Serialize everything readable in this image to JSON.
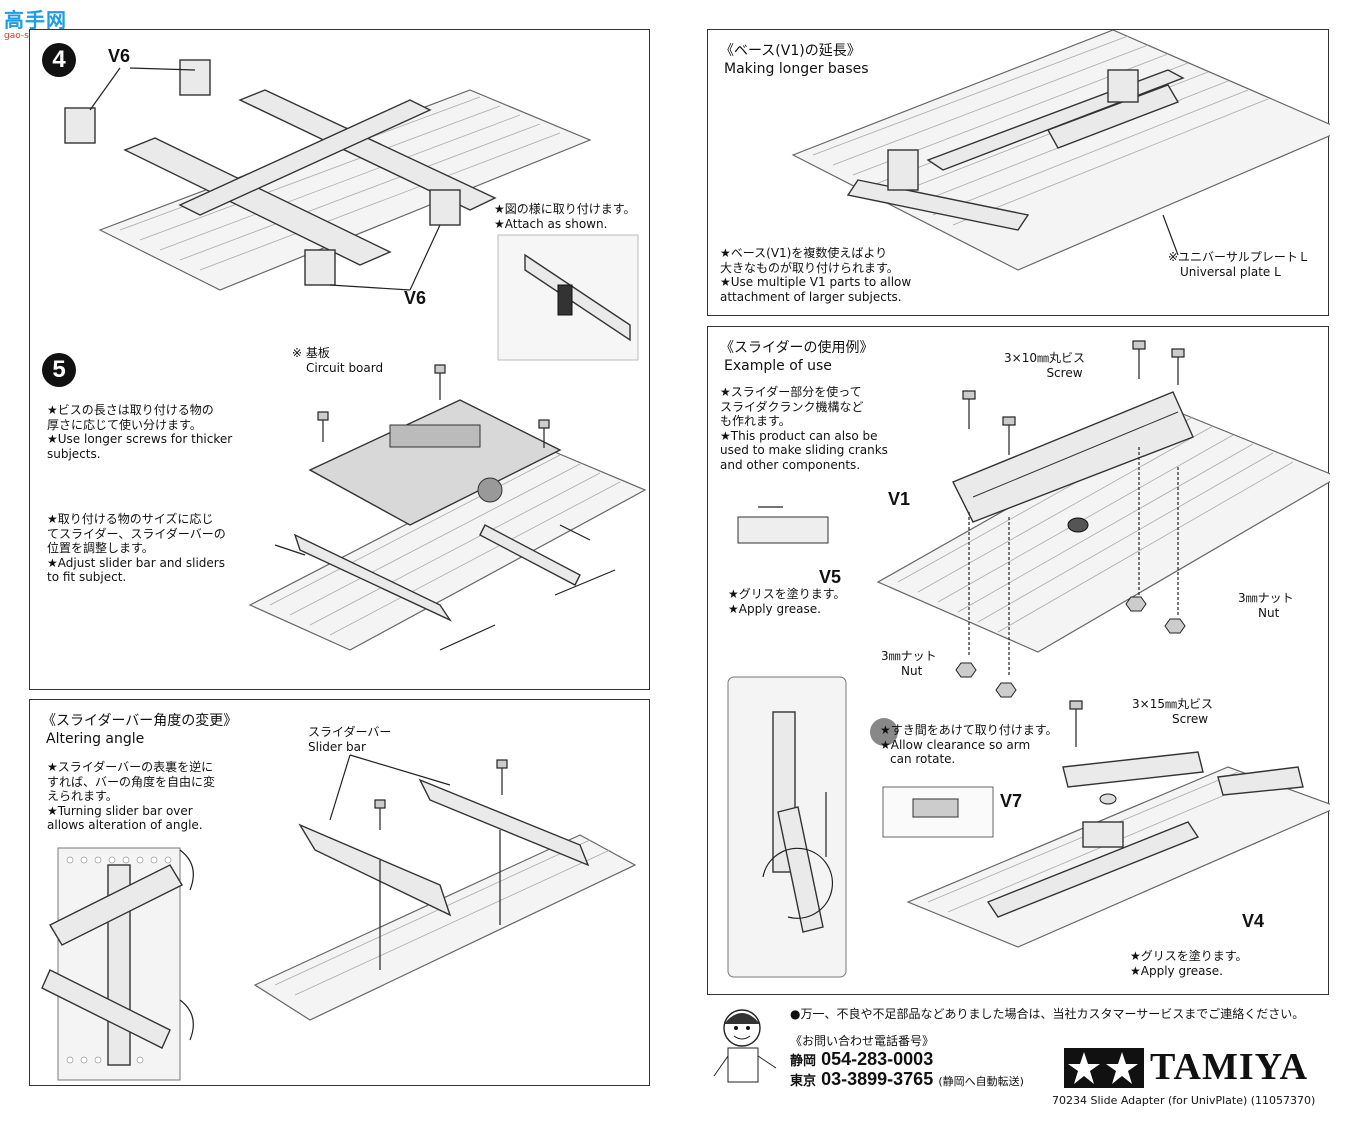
{
  "watermark": {
    "logo": "高手网",
    "url": "gao-shou.com"
  },
  "step4": {
    "number": "4",
    "part_top": "V6",
    "part_bottom": "V6",
    "note_jp": "★図の様に取り付けます。",
    "note_en": "★Attach as shown."
  },
  "step5": {
    "number": "5",
    "board_jp": "※ 基板",
    "board_en": "Circuit board",
    "note1_jp_1": "★ビスの長さは取り付ける物の",
    "note1_jp_2": "厚さに応じて使い分けます。",
    "note1_en_1": "★Use longer screws for thicker",
    "note1_en_2": "subjects.",
    "note2_jp_1": "★取り付ける物のサイズに応じ",
    "note2_jp_2": "てスライダー、スライダーバーの",
    "note2_jp_3": "位置を調整します。",
    "note2_en_1": "★Adjust slider bar and sliders",
    "note2_en_2": "to fit subject."
  },
  "angle": {
    "title_jp": "《スライダーバー角度の変更》",
    "title_en": "Altering angle",
    "slider_bar_jp": "スライダーバー",
    "slider_bar_en": "Slider bar",
    "note_jp_1": "★スライダーバーの表裏を逆に",
    "note_jp_2": "すれば、バーの角度を自由に変",
    "note_jp_3": "えられます。",
    "note_en_1": "★Turning slider bar over",
    "note_en_2": "allows alteration of angle."
  },
  "bases": {
    "title_jp": "《ベース(V1)の延長》",
    "title_en": "Making longer bases",
    "note_jp_1": "★ベース(V1)を複数使えばより",
    "note_jp_2": "大きなものが取り付けられます。",
    "note_en_1": "★Use multiple V1 parts to allow",
    "note_en_2": "attachment of larger subjects.",
    "plate_jp": "※ユニバーサルプレートＬ",
    "plate_en": "Universal plate L"
  },
  "example": {
    "title_jp": "《スライダーの使用例》",
    "title_en": "Example of use",
    "note_jp_1": "★スライダー部分を使って",
    "note_jp_2": "スライダクランク機構など",
    "note_jp_3": "も作れます。",
    "note_en_1": "★This product can also be",
    "note_en_2": "used to make sliding cranks",
    "note_en_3": "and other components.",
    "screw_jp": "3×10㎜丸ビス",
    "screw_en": "Screw",
    "v1": "V1",
    "v5": "V5",
    "grease_jp": "★グリスを塗ります。",
    "grease_en": "★Apply grease.",
    "nut_r_jp": "3㎜ナット",
    "nut_r_en": "Nut",
    "nut_l_jp": "3㎜ナット",
    "nut_l_en": "Nut",
    "screw15_jp": "3×15㎜丸ビス",
    "screw15_en": "Screw",
    "clear_jp": "★すき間をあけて取り付けます。",
    "clear_en_1": "★Allow clearance so arm",
    "clear_en_2": "can rotate.",
    "v7": "V7",
    "v4": "V4",
    "grease2_jp": "★グリスを塗ります。",
    "grease2_en": "★Apply grease."
  },
  "footer": {
    "missing_jp": "●万一、不良や不足部品などありました場合は、当社カスタマーサービスまでご連絡ください。",
    "contact_jp": "《お問い合わせ電話番号》",
    "city1": "静岡",
    "phone1": "054-283-0003",
    "city2": "東京",
    "phone2": "03-3899-3765",
    "forward_jp": "(静岡へ自動転送)",
    "brand": "TAMIYA",
    "product": "70234  Slide Adapter (for UnivPlate) (11057370)"
  }
}
